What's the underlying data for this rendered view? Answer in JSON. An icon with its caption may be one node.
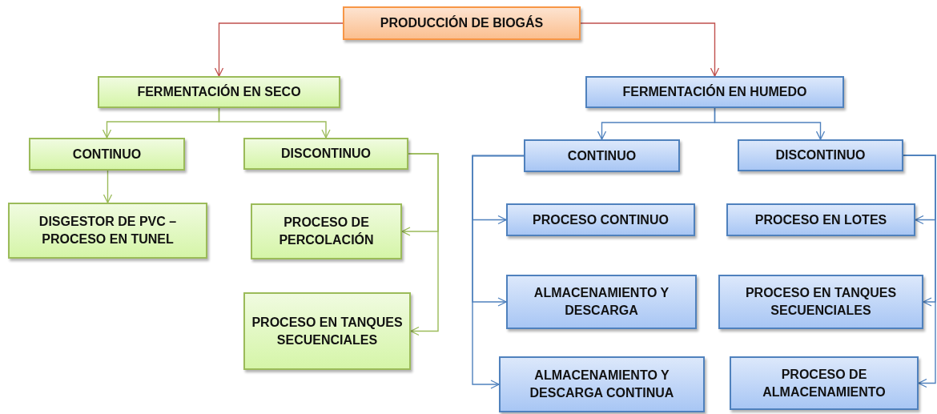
{
  "diagram": {
    "nodes": [
      {
        "text": [
          "PRODUCCIÓN DE BIOGÁS"
        ]
      },
      {
        "text": [
          "FERMENTACIÓN EN SECO"
        ]
      },
      {
        "text": [
          "FERMENTACIÓN EN HUMEDO"
        ]
      },
      {
        "text": [
          "CONTINUO"
        ]
      },
      {
        "text": [
          "DISCONTINUO"
        ]
      },
      {
        "text": [
          "DISGESTOR DE PVC – PROCESO EN TUNEL"
        ]
      },
      {
        "text": [
          "PROCESO DE PERCOLACIÓN"
        ]
      },
      {
        "text": [
          "PROCESO EN TANQUES SECUENCIALES"
        ]
      },
      {
        "text": [
          "CONTINUO"
        ]
      },
      {
        "text": [
          "DISCONTINUO"
        ]
      },
      {
        "text": [
          "PROCESO CONTINUO"
        ]
      },
      {
        "text": [
          "PROCESO EN LOTES"
        ]
      },
      {
        "text": [
          "ALMACENAMIENTO Y DESCARGA"
        ]
      },
      {
        "text": [
          "PROCESO EN TANQUES SECUENCIALES"
        ]
      },
      {
        "text": [
          "ALMACENAMIENTO Y DESCARGA CONTINUA"
        ]
      },
      {
        "text": [
          "PROCESO DE ALMACENAMIENTO"
        ]
      }
    ],
    "edges": [
      {
        "from": 0,
        "to": 1,
        "arrow": "to",
        "color": "#c0504d"
      },
      {
        "from": 0,
        "to": 2,
        "arrow": "to",
        "color": "#c0504d"
      },
      {
        "from": 1,
        "to": 3,
        "arrow": "to",
        "color": "#9bbb59"
      },
      {
        "from": 1,
        "to": 4,
        "arrow": "to",
        "color": "#9bbb59"
      },
      {
        "from": 3,
        "to": 5,
        "arrow": "to",
        "color": "#9bbb59"
      },
      {
        "from": 4,
        "to": 6,
        "arrow": "to",
        "color": "#9bbb59"
      },
      {
        "from": 4,
        "to": 7,
        "arrow": "to",
        "color": "#9bbb59"
      },
      {
        "from": 2,
        "to": 8,
        "arrow": "to"
      },
      {
        "from": 2,
        "to": 9,
        "arrow": "to"
      },
      {
        "from": 8,
        "to": 10,
        "arrow": "to"
      },
      {
        "from": 8,
        "to": 12,
        "arrow": "to"
      },
      {
        "from": 8,
        "to": 14,
        "arrow": "to"
      },
      {
        "from": 9,
        "to": 11,
        "arrow": "to"
      },
      {
        "from": 9,
        "to": 13,
        "arrow": "to"
      },
      {
        "from": 9,
        "to": 15,
        "arrow": "to"
      }
    ]
  }
}
